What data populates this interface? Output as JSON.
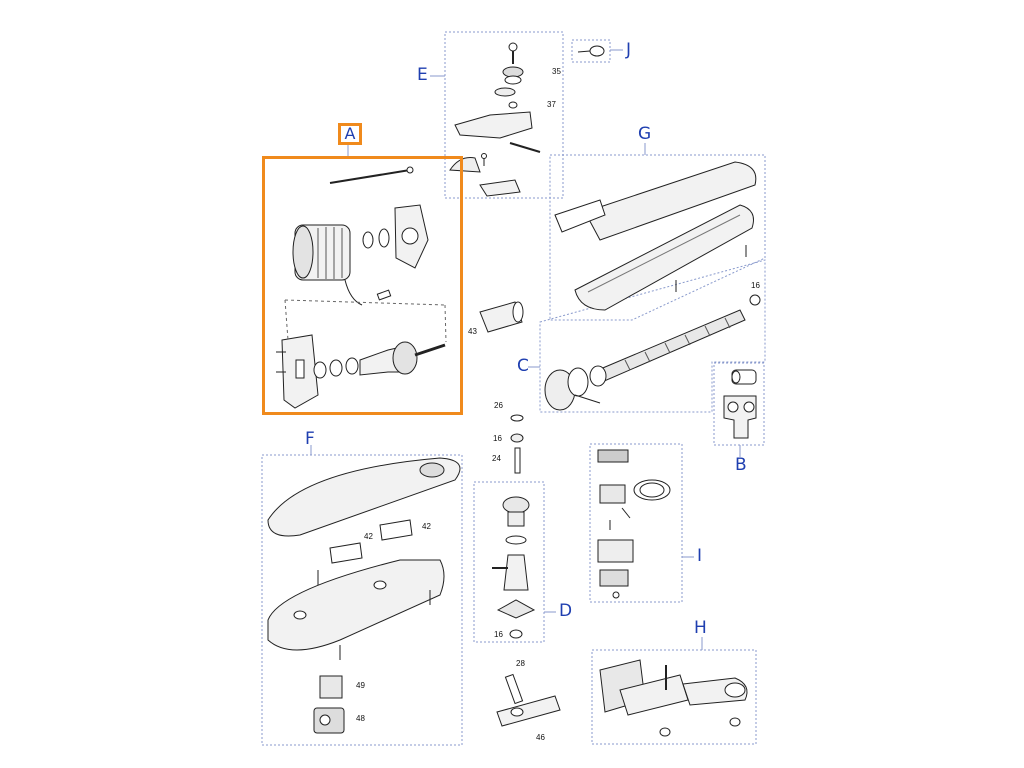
{
  "highlight": {
    "label": "A",
    "color": "#f08a1c"
  },
  "groups": {
    "A": "A",
    "B": "B",
    "C": "C",
    "D": "D",
    "E": "E",
    "F": "F",
    "G": "G",
    "H": "H",
    "I": "I",
    "J": "J"
  },
  "parts": {
    "p35": "35",
    "p37": "37",
    "p43": "43",
    "p26": "26",
    "p16a": "16",
    "p24": "24",
    "p16b": "16",
    "p16c": "16",
    "p42a": "42",
    "p42b": "42",
    "p49": "49",
    "p48": "48",
    "p28": "28",
    "p46": "46"
  },
  "colors": {
    "group_label": "#1f3fb0",
    "outline": "#222222",
    "dashed_border": "#8899cc"
  }
}
